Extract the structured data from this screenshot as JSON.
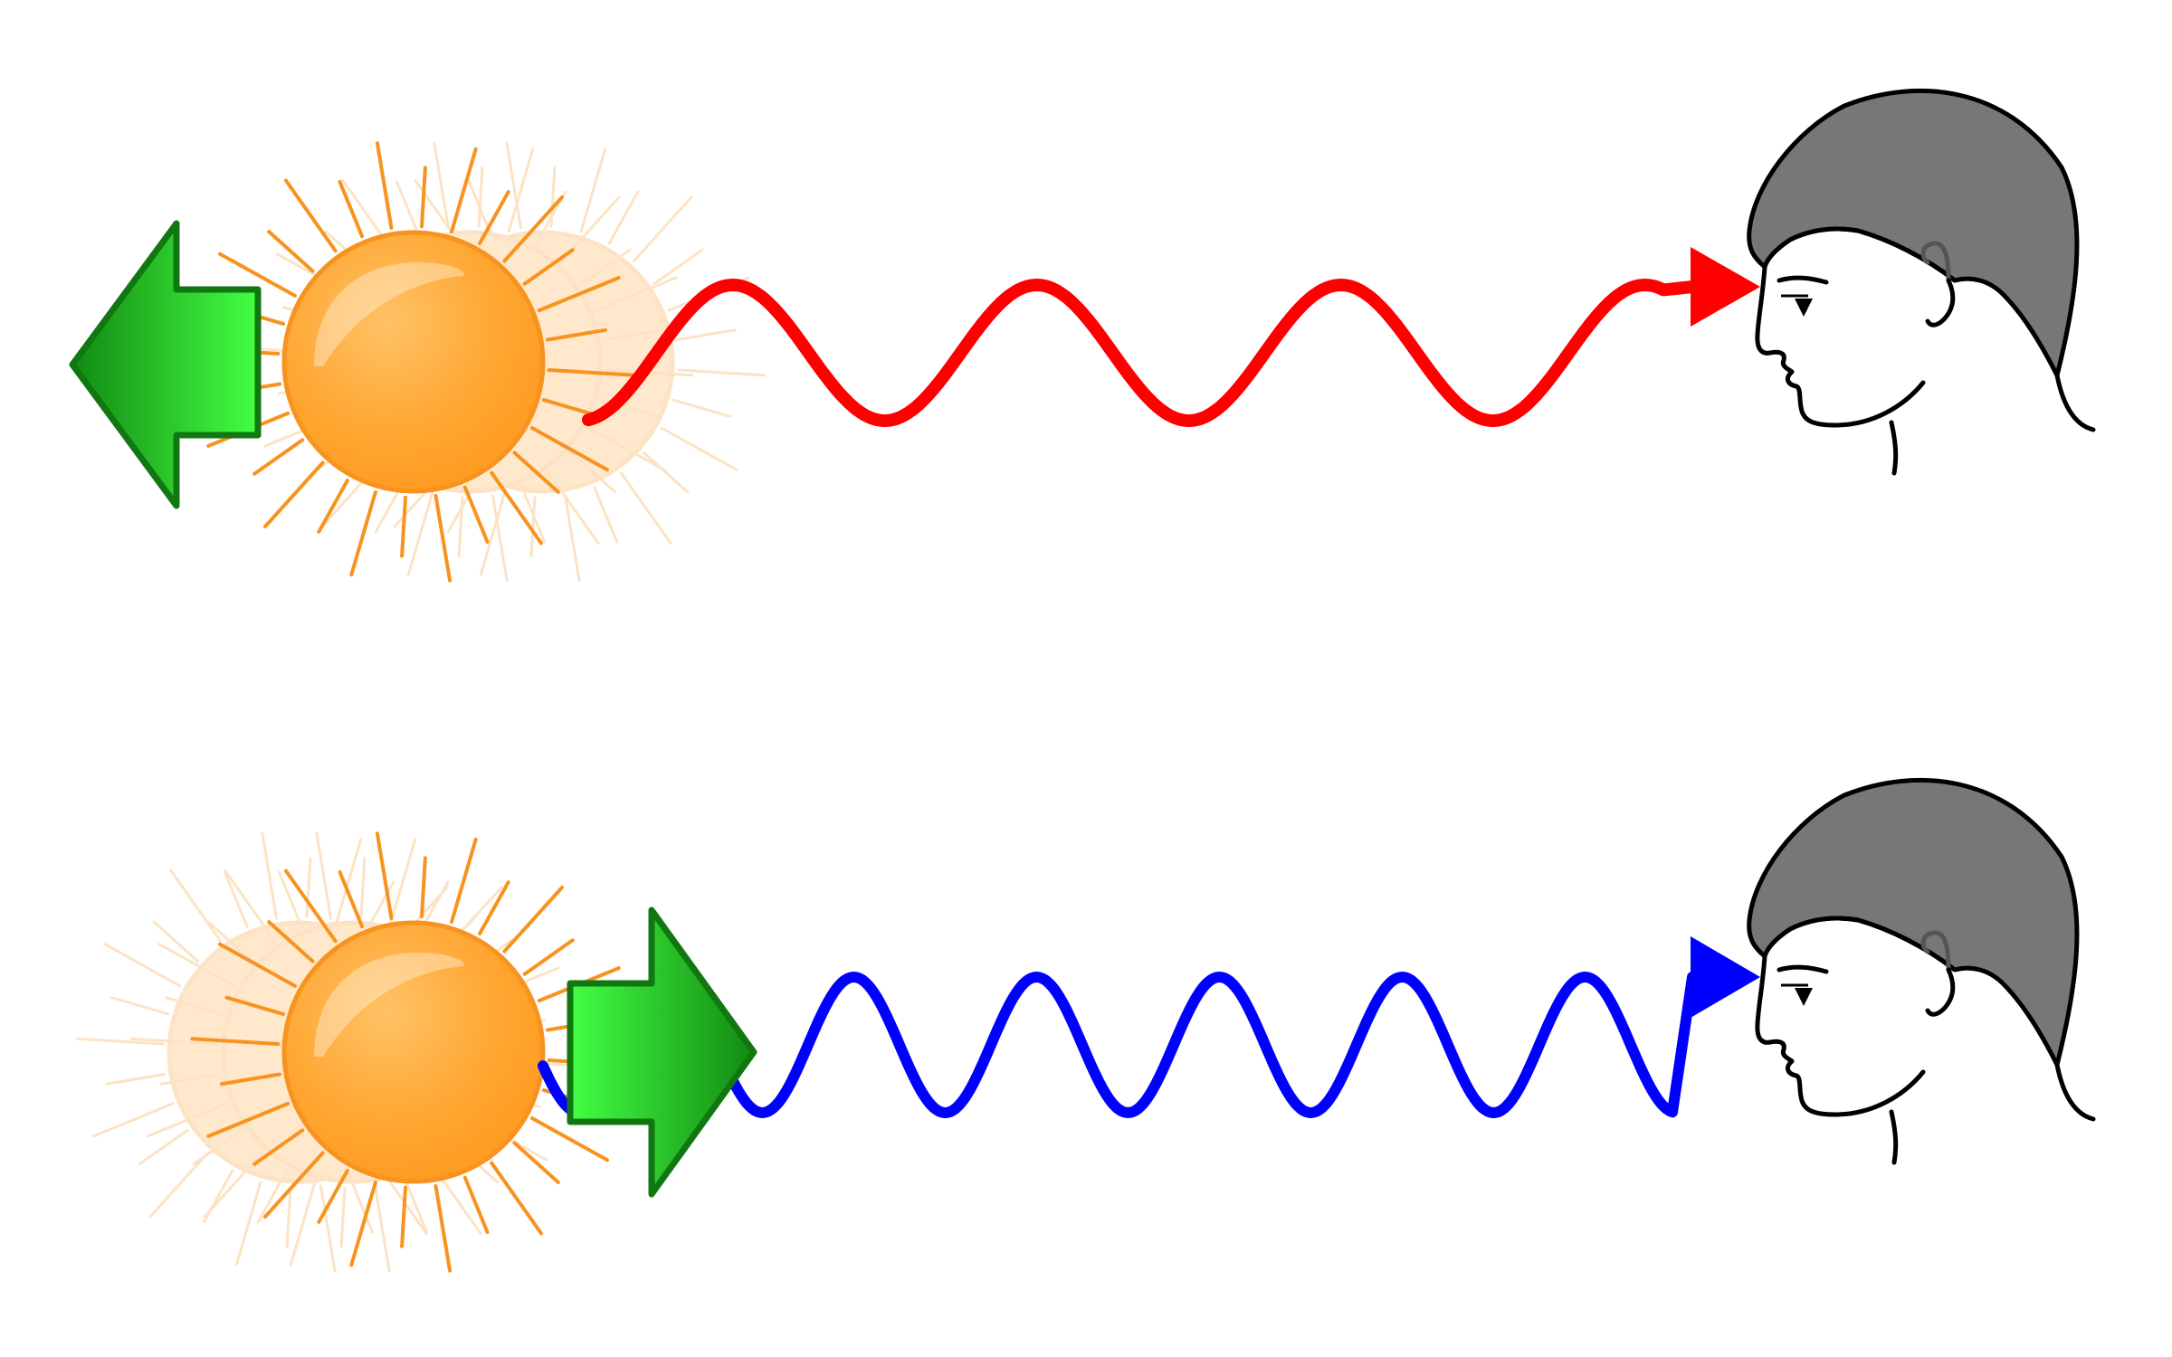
{
  "diagram": {
    "rows": [
      {
        "id": "receding",
        "source_motion": "away",
        "wave_color": "#ff0000",
        "wavelength": "long"
      },
      {
        "id": "approaching",
        "source_motion": "toward",
        "wave_color": "#0000ff",
        "wavelength": "short"
      }
    ]
  },
  "colors": {
    "star_fill": "#ffa733",
    "star_stroke": "#f7931e",
    "star_rays": "#f7931e",
    "motion_arrow": "#33dd33",
    "motion_arrow_stroke": "#117711",
    "hair": "#777777",
    "outline": "#000000"
  },
  "icons": [
    "star-icon",
    "motion-arrow-icon",
    "light-wave",
    "observer-head-icon"
  ]
}
